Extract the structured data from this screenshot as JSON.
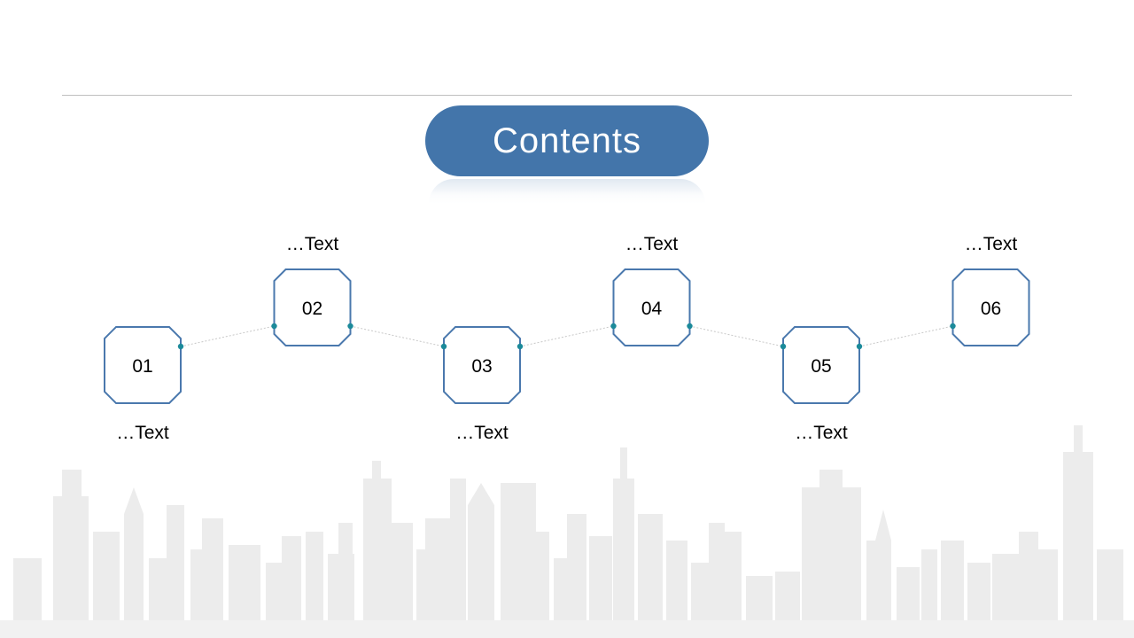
{
  "title": "Contents",
  "colors": {
    "accent": "#4375aa",
    "octagon_stroke": "#4a78ad",
    "connector_dot": "#1b8a9a",
    "connector_line": "#c8c8c8",
    "rule": "#bfbfbf"
  },
  "steps": [
    {
      "number": "01",
      "label": "…Text"
    },
    {
      "number": "02",
      "label": "…Text"
    },
    {
      "number": "03",
      "label": "…Text"
    },
    {
      "number": "04",
      "label": "…Text"
    },
    {
      "number": "05",
      "label": "…Text"
    },
    {
      "number": "06",
      "label": "…Text"
    }
  ]
}
